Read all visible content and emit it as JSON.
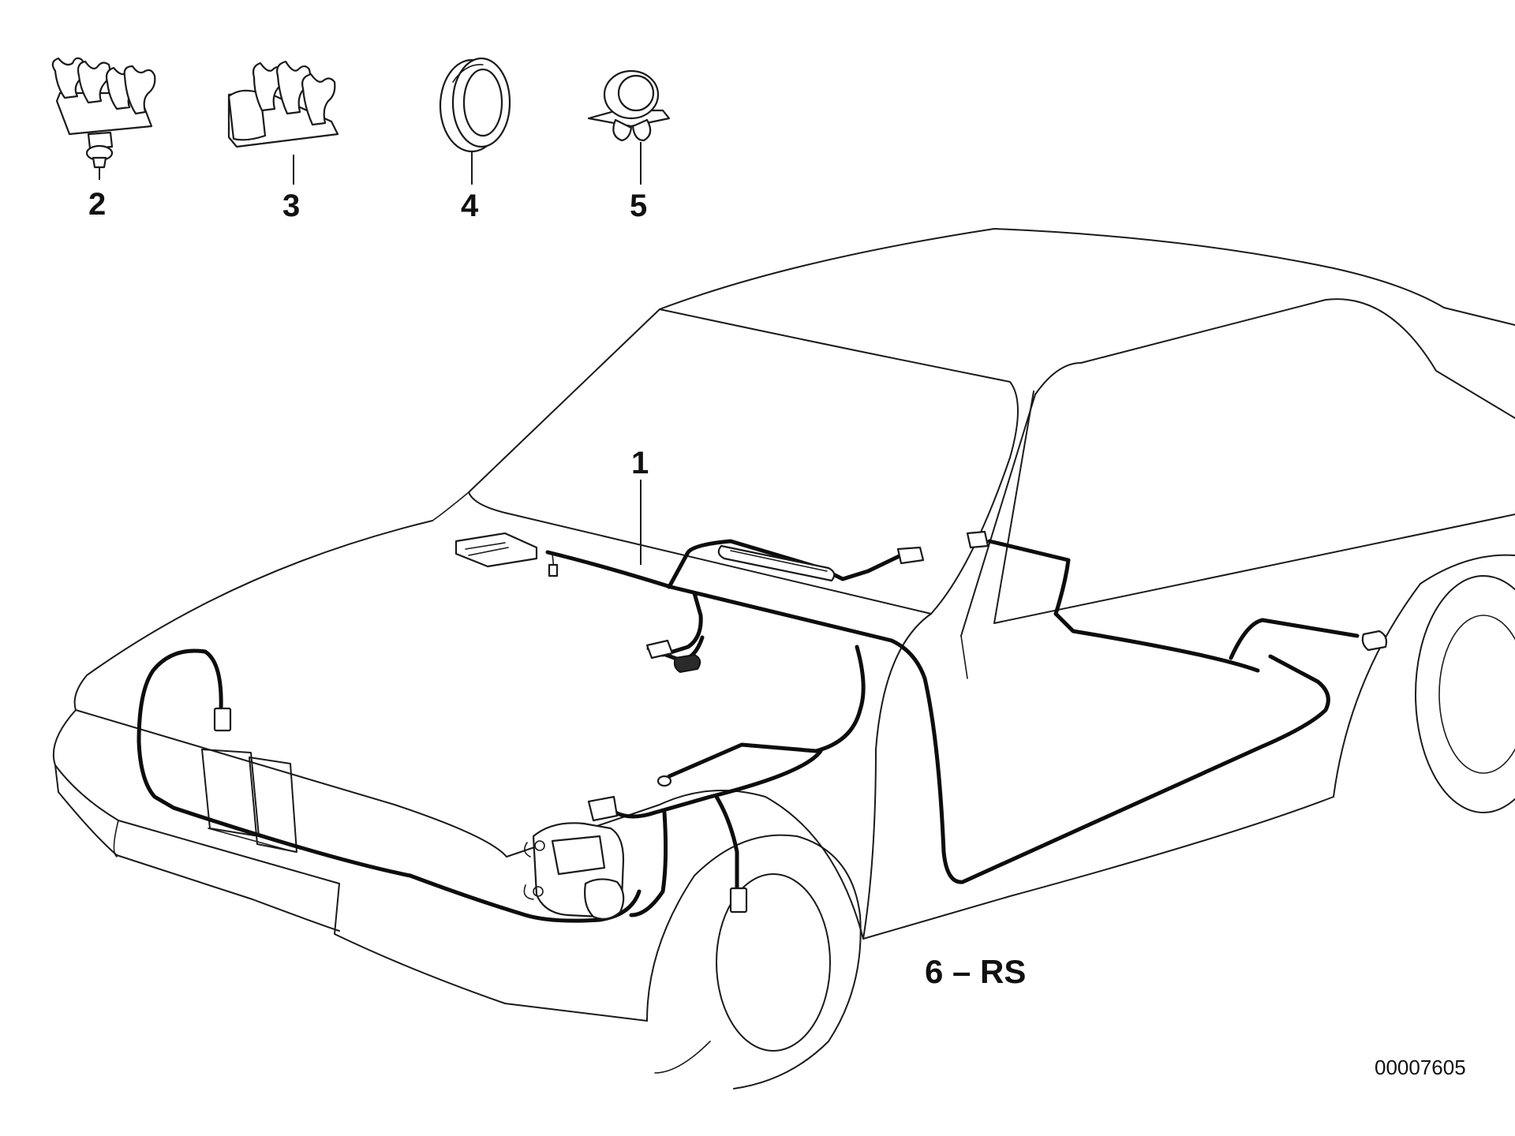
{
  "diagram": {
    "callouts": {
      "part_1": "1",
      "part_2": "2",
      "part_3": "3",
      "part_4": "4",
      "part_5": "5",
      "part_6": "6 – RS"
    },
    "drawing_number": "00007605",
    "colors": {
      "line": "#1a1a1a",
      "background": "#ffffff"
    }
  }
}
